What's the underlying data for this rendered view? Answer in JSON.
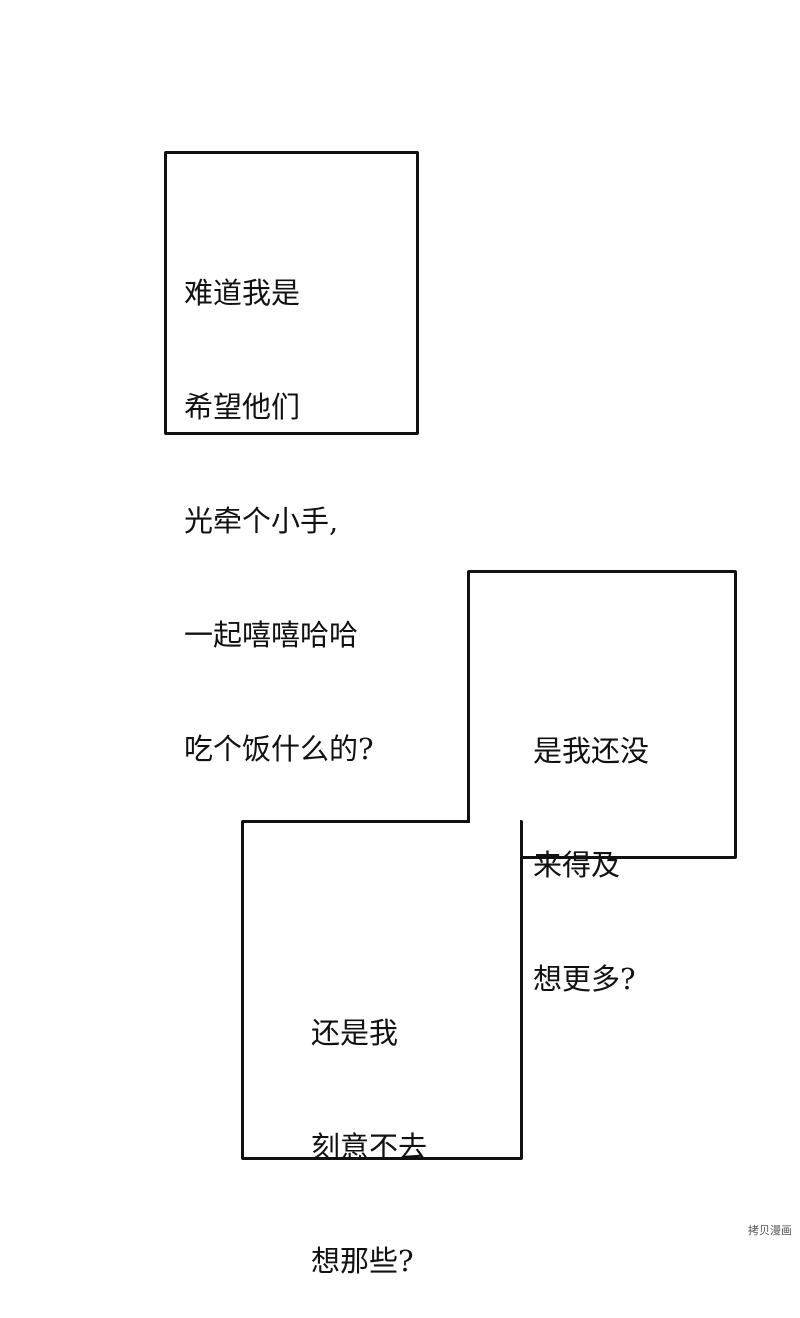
{
  "panels": [
    {
      "lines": [
        "难道我是",
        "希望他们",
        "光牵个小手,",
        "一起嘻嘻哈哈",
        "吃个饭什么的?"
      ]
    },
    {
      "lines": [
        "是我还没",
        "来得及",
        "想更多?"
      ]
    },
    {
      "lines": [
        "还是我",
        "刻意不去",
        "想那些?"
      ]
    }
  ],
  "watermark": "拷贝漫画"
}
